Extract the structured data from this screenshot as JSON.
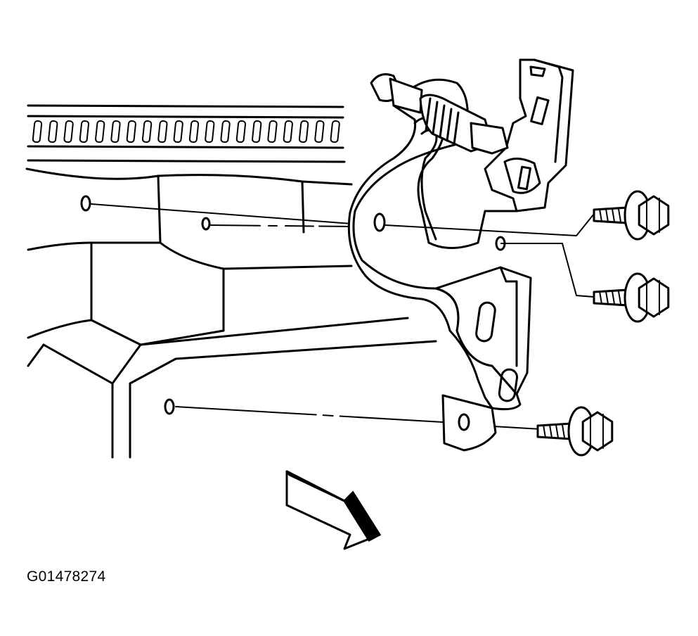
{
  "figure": {
    "code": "G01478274",
    "ink_color": "#000000",
    "background_color": "#ffffff"
  },
  "parts": {
    "bolt_count": 3,
    "mounting_hole_count": 3
  },
  "icons": {
    "direction_arrow": "direction-arrow-icon",
    "bolt": "flange-bolt-icon"
  }
}
